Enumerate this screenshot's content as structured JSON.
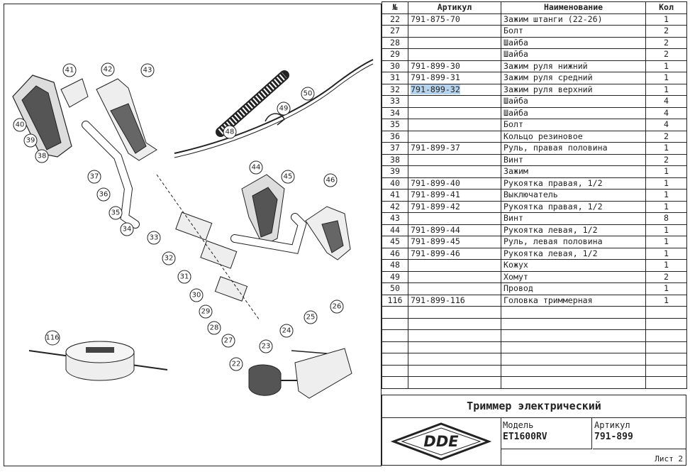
{
  "table": {
    "headers": {
      "no": "№",
      "article": "Артикул",
      "name": "Наименование",
      "qty": "Кол"
    },
    "rows": [
      {
        "no": "22",
        "article": "791-875-70",
        "name": "Зажим штанги (22-26)",
        "qty": "1"
      },
      {
        "no": "27",
        "article": "",
        "name": "Болт",
        "qty": "2"
      },
      {
        "no": "28",
        "article": "",
        "name": "Шайба",
        "qty": "2"
      },
      {
        "no": "29",
        "article": "",
        "name": "Шайба",
        "qty": "2"
      },
      {
        "no": "30",
        "article": "791-899-30",
        "name": "Зажим руля нижний",
        "qty": "1"
      },
      {
        "no": "31",
        "article": "791-899-31",
        "name": "Зажим руля средний",
        "qty": "1"
      },
      {
        "no": "32",
        "article": "791-899-32",
        "name": "Зажим руля верхний",
        "qty": "1",
        "selected": true
      },
      {
        "no": "33",
        "article": "",
        "name": "Шайба",
        "qty": "4"
      },
      {
        "no": "34",
        "article": "",
        "name": "Шайба",
        "qty": "4"
      },
      {
        "no": "35",
        "article": "",
        "name": "Болт",
        "qty": "4"
      },
      {
        "no": "36",
        "article": "",
        "name": "Кольцо резиновое",
        "qty": "2"
      },
      {
        "no": "37",
        "article": "791-899-37",
        "name": "Руль, правая половина",
        "qty": "1"
      },
      {
        "no": "38",
        "article": "",
        "name": "Винт",
        "qty": "2"
      },
      {
        "no": "39",
        "article": "",
        "name": "Зажим",
        "qty": "1"
      },
      {
        "no": "40",
        "article": "791-899-40",
        "name": "Рукоятка правая, 1/2",
        "qty": "1"
      },
      {
        "no": "41",
        "article": "791-899-41",
        "name": "Выключатель",
        "qty": "1"
      },
      {
        "no": "42",
        "article": "791-899-42",
        "name": "Рукоятка правая, 1/2",
        "qty": "1"
      },
      {
        "no": "43",
        "article": "",
        "name": "Винт",
        "qty": "8"
      },
      {
        "no": "44",
        "article": "791-899-44",
        "name": "Рукоятка левая, 1/2",
        "qty": "1"
      },
      {
        "no": "45",
        "article": "791-899-45",
        "name": "Руль, левая половина",
        "qty": "1"
      },
      {
        "no": "46",
        "article": "791-899-46",
        "name": "Рукоятка левая, 1/2",
        "qty": "1"
      },
      {
        "no": "48",
        "article": "",
        "name": "Кожух",
        "qty": "1"
      },
      {
        "no": "49",
        "article": "",
        "name": "Хомут",
        "qty": "2"
      },
      {
        "no": "50",
        "article": "",
        "name": "Провод",
        "qty": "1"
      },
      {
        "no": "116",
        "article": "791-899-116",
        "name": "Головка триммерная",
        "qty": "1"
      }
    ],
    "empty_rows": 7
  },
  "title_block": {
    "product_title": "Триммер электрический",
    "logo_text": "DDE",
    "model_label": "Модель",
    "model_value": "ET1600RV",
    "article_label": "Артикул",
    "article_value": "791-899",
    "sheet_label": "Лист 2"
  },
  "callouts": [
    "41",
    "42",
    "43",
    "40",
    "39",
    "38",
    "37",
    "36",
    "35",
    "34",
    "33",
    "32",
    "31",
    "30",
    "29",
    "28",
    "27",
    "22",
    "23",
    "24",
    "25",
    "26",
    "44",
    "45",
    "46",
    "48",
    "49",
    "50",
    "116"
  ],
  "colors": {
    "selection": "#b7d4ef",
    "line": "#222222"
  }
}
